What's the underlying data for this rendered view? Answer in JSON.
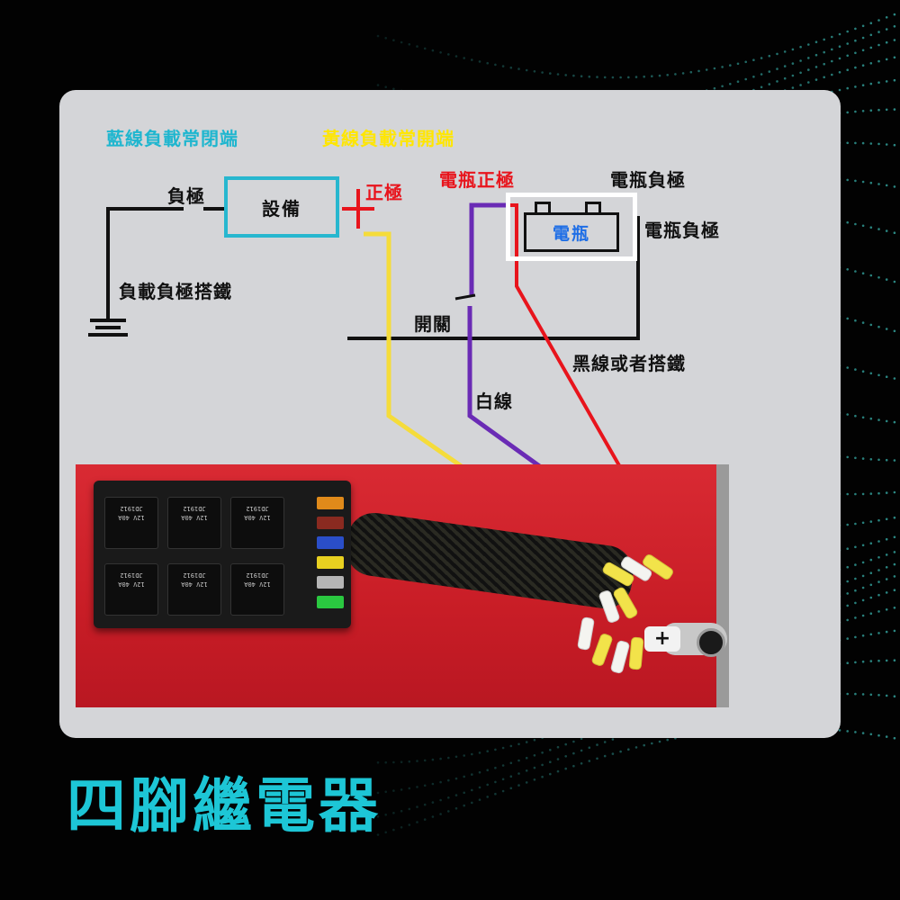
{
  "title": "四腳繼電器",
  "legend": {
    "blue": "藍線負載常閉端",
    "yellow": "黃線負載常開端"
  },
  "diagram": {
    "negative_label": "負極",
    "device_label": "設備",
    "positive_label": "正極",
    "ground_label": "負載負極搭鐵",
    "switch_label": "開關",
    "battery_positive_label": "電瓶正極",
    "battery_negative_top_label": "電瓶負極",
    "battery_label": "電瓶",
    "battery_negative_side_label": "電瓶負極",
    "black_wire_label": "黑線或者搭鐵",
    "white_wire_label": "白線"
  },
  "photo": {
    "relay_text_model": "JD1912",
    "relay_text_rating": "12V 40A",
    "terminal_sign": "+"
  },
  "colors": {
    "background": "#020202",
    "panel": "#d4d5d8",
    "accent_cyan": "#1fb6cf",
    "title_cyan": "#1dc6d6",
    "wire_yellow": "#f5dc3a",
    "wire_purple": "#6a2bb5",
    "wire_red": "#e8141c",
    "battery_text": "#1e6ee6",
    "photo_red": "#c81d26"
  }
}
